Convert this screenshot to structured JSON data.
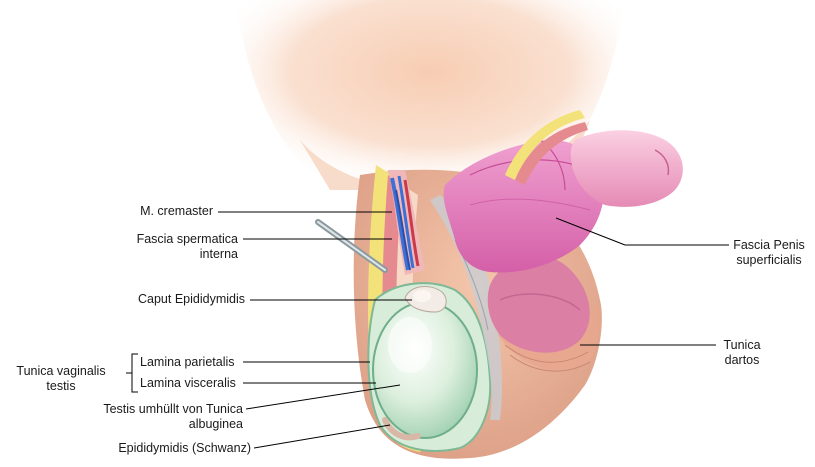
{
  "labels": {
    "cremaster": "M. cremaster",
    "fascia_sperm_line1": "Fascia spermatica",
    "fascia_sperm_line2": "interna",
    "caput": "Caput Epididymidis",
    "tunica_vag_line1": "Tunica vaginalis",
    "tunica_vag_line2": "testis",
    "lamina_parietalis": "Lamina parietalis",
    "lamina_visceralis": "Lamina visceralis",
    "testis_line1": "Testis umhüllt von Tunica",
    "testis_line2": "albuginea",
    "epi_schwanz": "Epididymidis (Schwanz)",
    "fascia_penis_line1": "Fascia Penis",
    "fascia_penis_line2": "superficialis",
    "dartos_line1": "Tunica",
    "dartos_line2": "dartos"
  },
  "colors": {
    "skin": "#f2c3a8",
    "skin_light": "#fbe6d8",
    "penis": "#e681be",
    "glans": "#f2a8cb",
    "testis": "#cfe8d2",
    "muscle": "#d9738a",
    "fascia_yellow": "#f3e27a",
    "vessel_blue": "#3d6fd6",
    "vessel_red": "#c93a4a",
    "leader": "#000000"
  }
}
